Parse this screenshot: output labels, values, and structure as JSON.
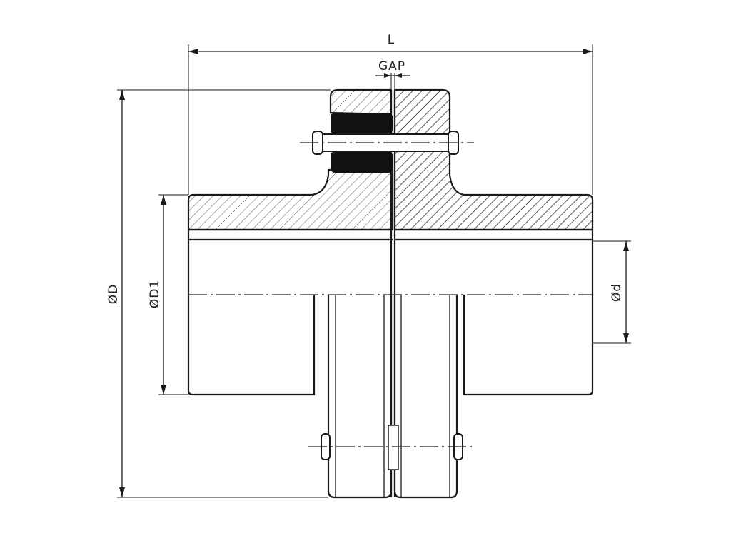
{
  "dimensions": {
    "overall_length": "L",
    "gap": "GAP",
    "outer_diameter": "ØD",
    "hub_diameter": "ØD1",
    "bore_diameter": "Ød"
  }
}
